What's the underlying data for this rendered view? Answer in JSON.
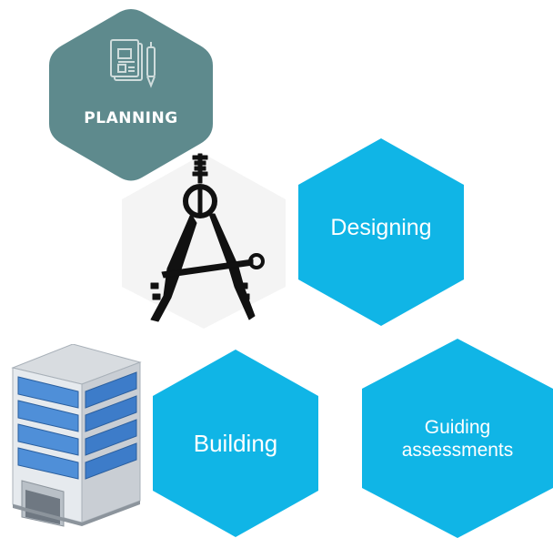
{
  "diagram": {
    "nodes": [
      {
        "id": "planning",
        "label": "PLANNING",
        "shape": "rounded-hexagon",
        "icon": "document-pen-icon",
        "color": "#5e8a8d"
      },
      {
        "id": "designing",
        "label": "Designing",
        "shape": "hexagon",
        "icon": "compass-icon",
        "color": "#10b5e6"
      },
      {
        "id": "building",
        "label": "Building",
        "shape": "hexagon",
        "icon": "office-building-icon",
        "color": "#10b5e6"
      },
      {
        "id": "guiding",
        "label_line1": "Guiding",
        "label_line2": "assessments",
        "shape": "hexagon",
        "color": "#10b5e6"
      }
    ]
  }
}
